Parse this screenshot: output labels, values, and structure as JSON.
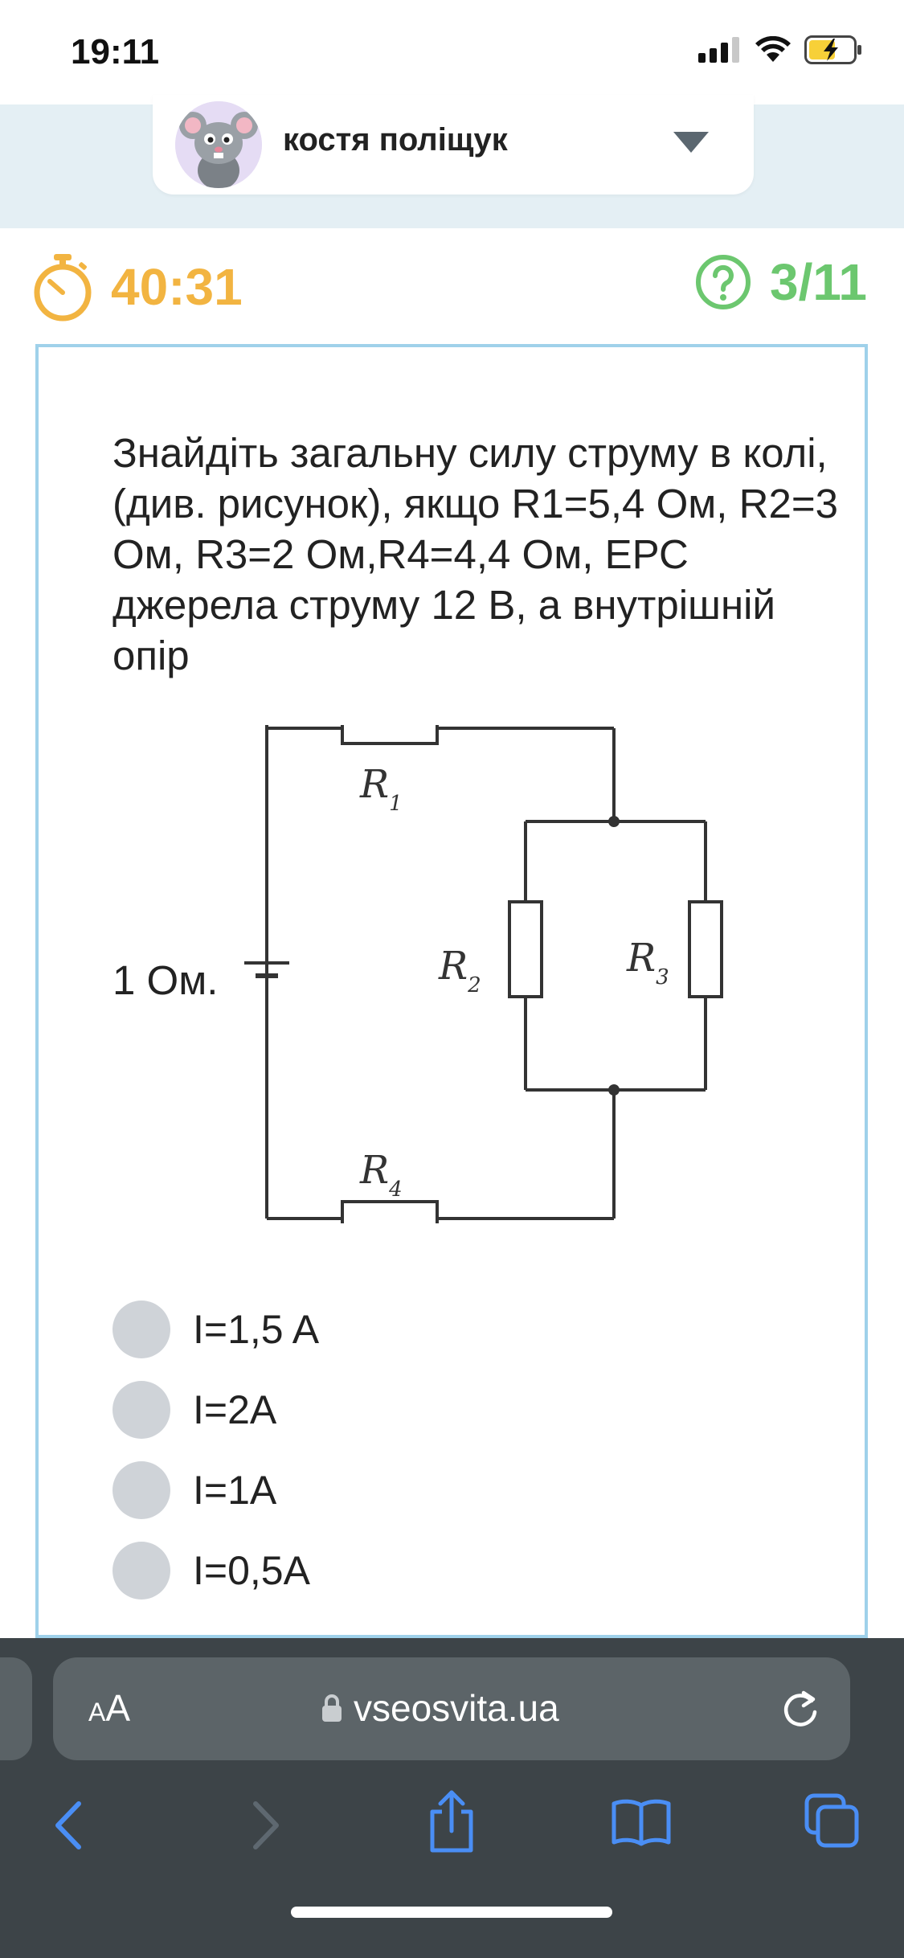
{
  "status_bar": {
    "time": "19:11"
  },
  "header": {
    "user_name": "костя поліщук"
  },
  "quiz": {
    "timer": "40:31",
    "progress": "3/11",
    "timer_color": "#f2b441",
    "progress_color": "#6cc76f"
  },
  "question": {
    "text": "Знайдіть загальну силу струму в колі, (див. рисунок), якщо R1=5,4 Ом, R2=3 Ом, R3=2 Ом,R4=4,4 Ом, ЕРС джерела струму 12 В, а внутрішній опір",
    "tail": "1 Ом.",
    "figure": {
      "r1_label": "R",
      "r1_sub": "1",
      "r2_label": "R",
      "r2_sub": "2",
      "r3_label": "R",
      "r3_sub": "3",
      "r4_label": "R",
      "r4_sub": "4"
    }
  },
  "answers": [
    {
      "label": "I=1,5 A"
    },
    {
      "label": "I=2A"
    },
    {
      "label": "I=1A"
    },
    {
      "label": "I=0,5A"
    }
  ],
  "browser": {
    "aa_small": "A",
    "aa_large": "A",
    "url": "vseosvita.ua"
  }
}
